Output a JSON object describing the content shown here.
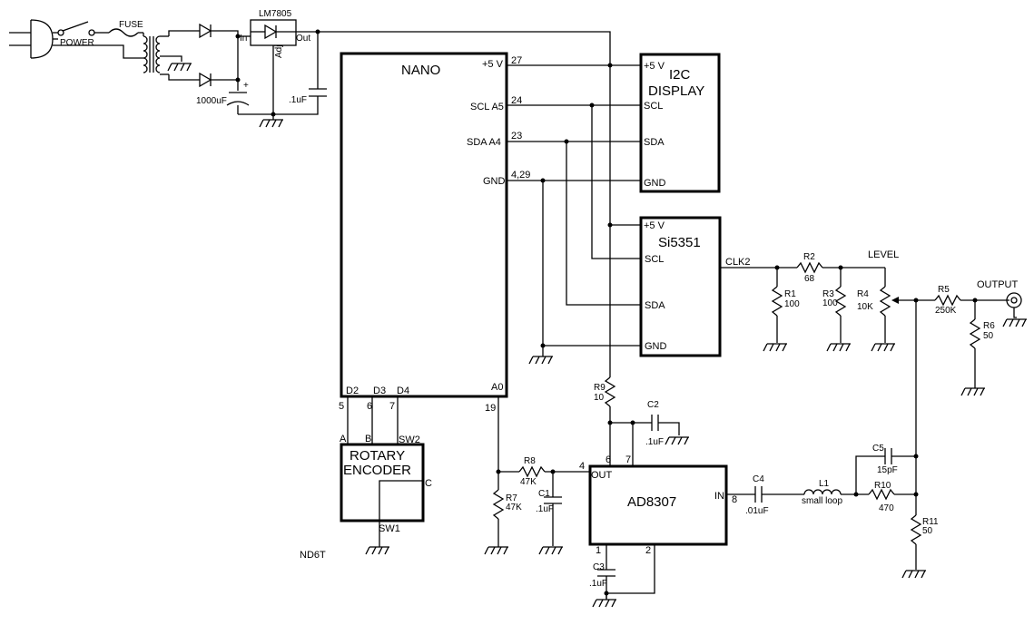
{
  "power": {
    "label": "POWER",
    "fuse": "FUSE"
  },
  "regulator": {
    "name": "LM7805",
    "in": "In",
    "out": "Out",
    "adj": "Adj"
  },
  "cap_1000": "1000uF",
  "cap_plus": "+",
  "cap_01": ".1uF",
  "nano": {
    "title": "NANO",
    "pin_5v": "+5 V",
    "pin_5v_num": "27",
    "pin_scl": "SCL  A5",
    "pin_scl_num": "24",
    "pin_sda": "SDA  A4",
    "pin_sda_num": "23",
    "pin_gnd": "GND",
    "pin_gnd_num": "4,29",
    "d2": "D2",
    "d3": "D3",
    "d4": "D4",
    "a0": "A0",
    "n5": "5",
    "n6": "6",
    "n7": "7",
    "n19": "19"
  },
  "display": {
    "title1": "I2C",
    "title2": "DISPLAY",
    "p5v": "+5 V",
    "scl": "SCL",
    "sda": "SDA",
    "gnd": "GND"
  },
  "si5351": {
    "title": "Si5351",
    "p5v": "+5 V",
    "scl": "SCL",
    "sda": "SDA",
    "gnd": "GND",
    "clk": "CLK2"
  },
  "encoder": {
    "title1": "ROTARY",
    "title2": "ENCODER",
    "a": "A",
    "b": "B",
    "sw2": "SW2",
    "c": "C",
    "sw1": "SW1"
  },
  "author": "ND6T",
  "ad8307": {
    "title": "AD8307",
    "out": "OUT",
    "in": "IN",
    "p4": "4",
    "p6": "6",
    "p7": "7",
    "p8": "8",
    "p1": "1",
    "p2": "2"
  },
  "parts": {
    "r1": "R1",
    "r1v": "100",
    "r2": "R2",
    "r2v": "68",
    "r3": "R3",
    "r3v": "100",
    "r4": "R4",
    "r4v": "10K",
    "r5": "R5",
    "r5v": "250K",
    "r6": "R6",
    "r6v": "50",
    "r7": "R7",
    "r7v": "47K",
    "r8": "R8",
    "r8v": "47K",
    "r9": "R9",
    "r9v": "10",
    "r10": "R10",
    "r10v": "470",
    "r11": "R11",
    "r11v": "50",
    "c1": "C1",
    "c1v": ".1uF",
    "c2": "C2",
    "c2v": ".1uF",
    "c3": "C3",
    "c3v": ".1uF",
    "c4": "C4",
    "c4v": ".01uF",
    "c5": "C5",
    "c5v": "15pF",
    "l1": "L1",
    "l1v": "small loop"
  },
  "level": "LEVEL",
  "output": "OUTPUT"
}
